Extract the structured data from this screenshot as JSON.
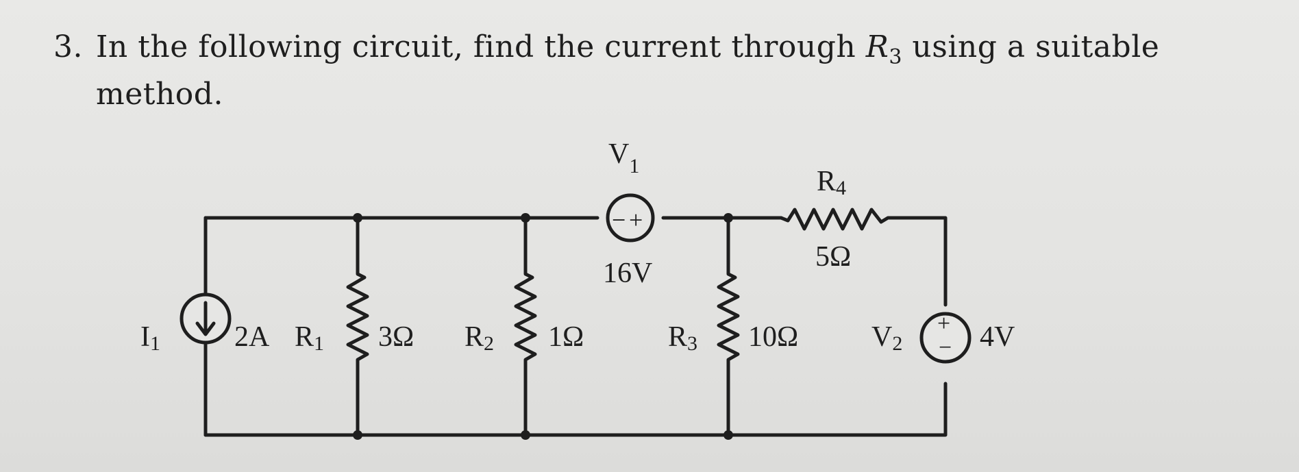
{
  "question": {
    "number": "3.",
    "line1_before": "In the following circuit, find the current through ",
    "var_letter": "R",
    "var_sub": "3",
    "line1_after": " using a suitable",
    "line2": "method."
  },
  "circuit": {
    "I1": {
      "name": "I",
      "sub": "1",
      "value": "2A"
    },
    "R1": {
      "name": "R",
      "sub": "1",
      "value": "3Ω"
    },
    "R2": {
      "name": "R",
      "sub": "2",
      "value": "1Ω"
    },
    "R3": {
      "name": "R",
      "sub": "3",
      "value": "10Ω"
    },
    "R4": {
      "name": "R",
      "sub": "4",
      "value": "5Ω"
    },
    "V1": {
      "name": "V",
      "sub": "1",
      "value": "16V",
      "polarity_left": "−",
      "polarity_right": "+"
    },
    "V2": {
      "name": "V",
      "sub": "2",
      "value": "4V",
      "polarity_top": "+",
      "polarity_bottom": "−"
    }
  }
}
